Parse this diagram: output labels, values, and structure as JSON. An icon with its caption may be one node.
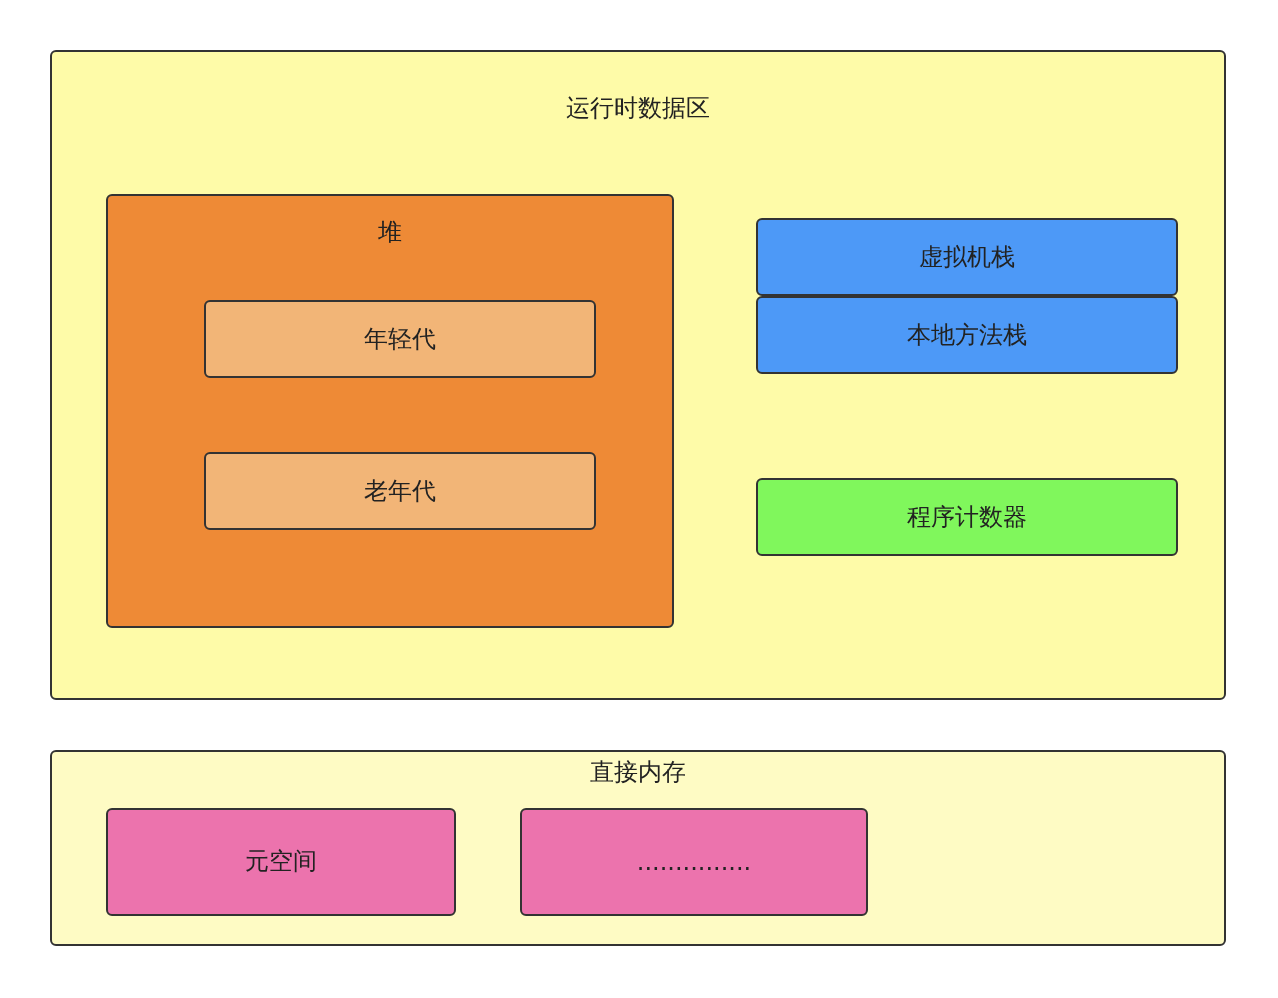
{
  "diagram": {
    "nodes": [
      {
        "text": [
          "运行时数据区"
        ]
      },
      {
        "text": [
          "堆"
        ],
        "in": 0
      },
      {
        "text": [
          "年轻代"
        ],
        "in": 1
      },
      {
        "text": [
          "老年代"
        ],
        "in": 1
      },
      {
        "text": [
          "虚拟机栈"
        ],
        "in": 0
      },
      {
        "text": [
          "本地方法栈"
        ],
        "in": 0
      },
      {
        "text": [
          "程序计数器"
        ],
        "in": 0
      },
      {
        "text": [
          "直接内存"
        ]
      },
      {
        "text": [
          "元空间"
        ],
        "in": 7
      },
      {
        "text": [
          "..............."
        ],
        "in": 7
      }
    ]
  }
}
